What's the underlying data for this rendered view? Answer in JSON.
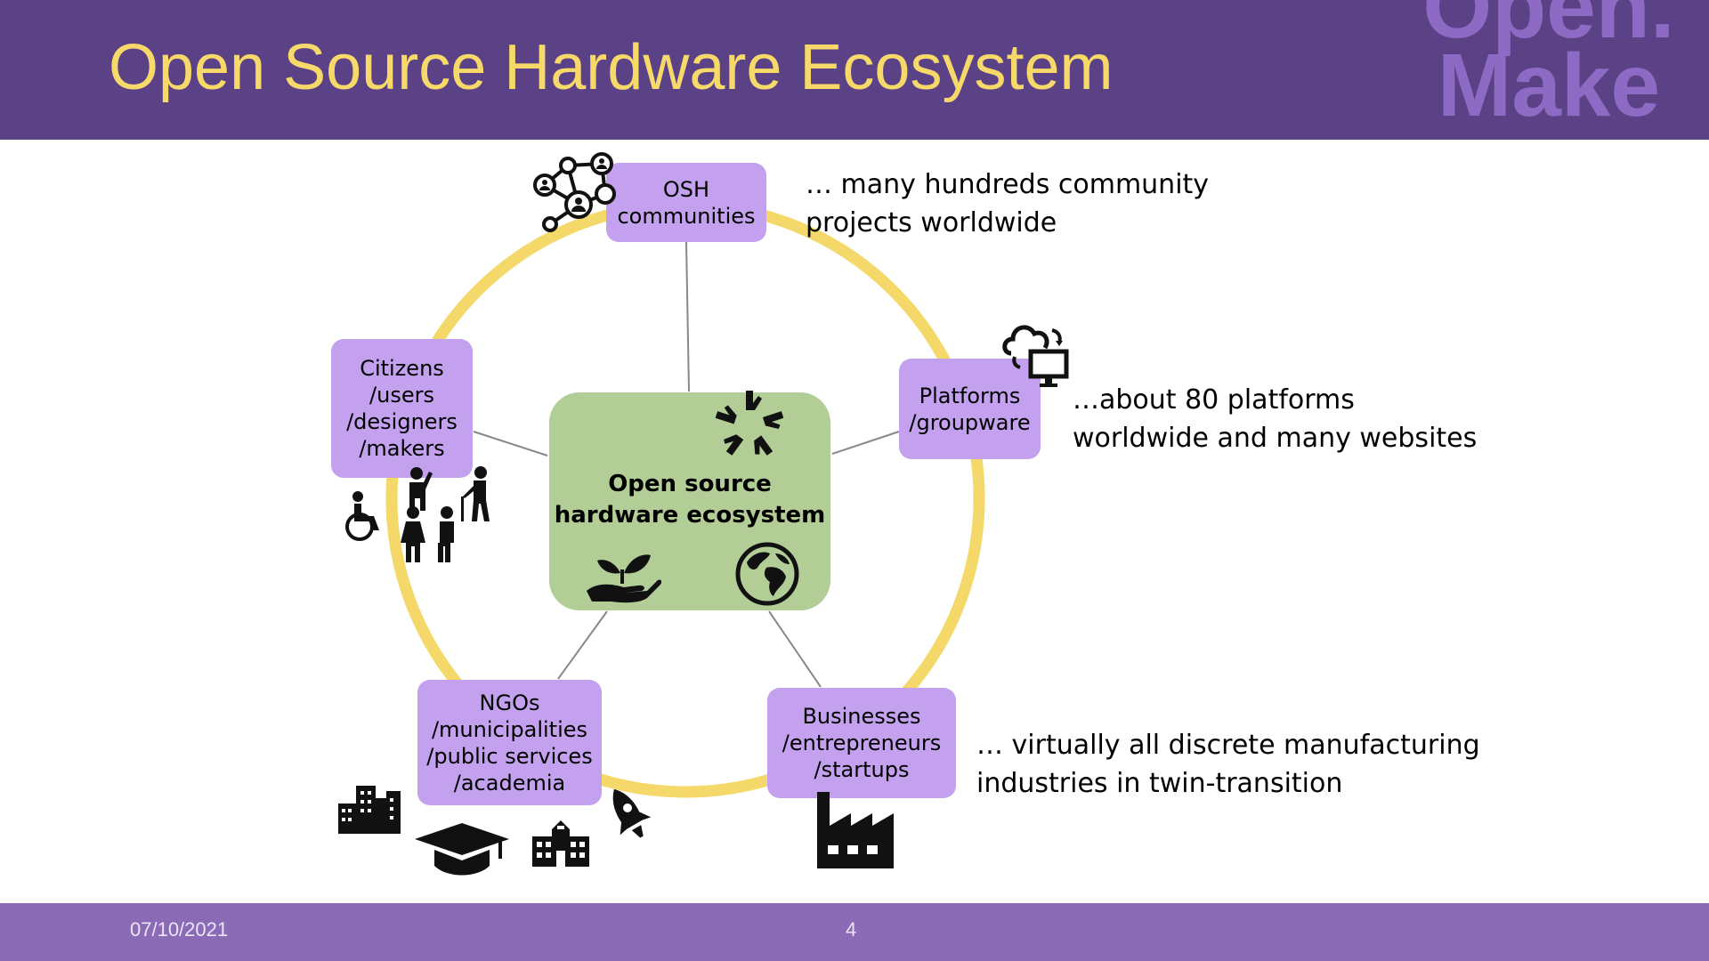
{
  "header": {
    "title": "Open Source Hardware Ecosystem",
    "logo_line1": "Open.",
    "logo_line2": "Make"
  },
  "footer": {
    "date": "07/10/2021",
    "page_number": "4"
  },
  "colors": {
    "header_bg": "#5b4287",
    "title": "#f7d96a",
    "footer_bg": "#8b6ab6",
    "node": "#c3a1ee",
    "center_node": "#b2cd96",
    "ring": "#f4d96a",
    "connector": "#888888"
  },
  "center": {
    "line1": "Open source",
    "line2": "hardware ecosystem",
    "icons": [
      "hands-together-icon",
      "plant-in-hand-icon",
      "globe-icon"
    ]
  },
  "nodes": {
    "osh": {
      "line1": "OSH",
      "line2": "communities",
      "icon": "network-icon"
    },
    "platforms": {
      "line1": "Platforms",
      "line2": "/groupware",
      "icon": "cloud-computer-icon"
    },
    "businesses": {
      "line1": "Businesses",
      "line2": "/entrepreneurs",
      "line3": "/startups",
      "icons": [
        "factory-icon"
      ]
    },
    "ngos": {
      "line1": "NGOs",
      "line2": "/municipalities",
      "line3": "/public services",
      "line4": "/academia",
      "icons": [
        "city-buildings-icon",
        "graduation-cap-icon",
        "school-building-icon",
        "rocket-icon"
      ]
    },
    "citizens": {
      "line1": "Citizens",
      "line2": "/users",
      "line3": "/designers",
      "line4": "/makers",
      "icons": [
        "wheelchair-user-icon",
        "people-icon",
        "elderly-person-icon"
      ]
    }
  },
  "notes": {
    "osh": {
      "line1": "… many hundreds community",
      "line2": "projects worldwide"
    },
    "platforms": {
      "line1": "…about 80 platforms",
      "line2": "worldwide and many websites"
    },
    "businesses": {
      "line1": "… virtually all discrete manufacturing",
      "line2": "industries in twin-transition"
    }
  }
}
